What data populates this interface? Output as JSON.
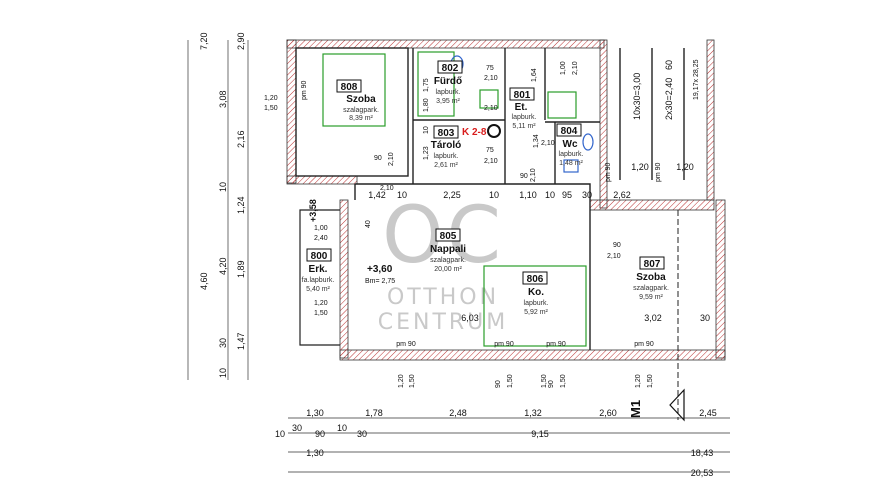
{
  "rooms": {
    "r808": {
      "no": "808",
      "name": "Szoba",
      "floor": "szalagpark.",
      "area": "8,39 m²"
    },
    "r802": {
      "no": "802",
      "name": "Fürdő",
      "floor": "lapburk.",
      "area": "3,95 m²"
    },
    "r801": {
      "no": "801",
      "name": "Et.",
      "floor": "lapburk.",
      "area": "5,11 m²"
    },
    "r803": {
      "no": "803",
      "name": "Tároló",
      "floor": "lapburk.",
      "area": "2,61 m²"
    },
    "r804": {
      "no": "804",
      "name": "Wc",
      "floor": "lapburk.",
      "area": "1,48 m²"
    },
    "r805": {
      "no": "805",
      "name": "Nappali",
      "floor": "szalagpark.",
      "area": "20,00 m²"
    },
    "r800": {
      "no": "800",
      "name": "Erk.",
      "floor": "fa.lapburk.",
      "area": "5,40 m²"
    },
    "r806": {
      "no": "806",
      "name": "Ko.",
      "floor": "lapburk.",
      "area": "5,92 m²"
    },
    "r807": {
      "no": "807",
      "name": "Szoba",
      "floor": "szalagpark.",
      "area": "9,59 m²"
    }
  },
  "marks": {
    "chimney": "K 2-8",
    "level": "+3,60",
    "bm": "Bm= 2,75",
    "level_terrace": "+3,58",
    "section": "M1"
  },
  "stairs": {
    "steps_a": "10x30=3,00",
    "steps_b": "2x30=2,40",
    "note_60": "60",
    "note_side": "19,17x 28,25"
  },
  "watermark": {
    "logo": "OC",
    "line1": "OTTHON",
    "line2": "CENTRUM"
  },
  "dims": {
    "left": [
      "7,20",
      "2,90",
      "3,08",
      "2,16",
      "10",
      "1,24",
      "4,60",
      "4,20",
      "1,89",
      "30",
      "1,47",
      "10"
    ],
    "left_pair": [
      "1,20",
      "1,50"
    ],
    "bottom_row1": [
      "1,30",
      "1,78",
      "2,48",
      "1,32",
      "2,60",
      "2,45"
    ],
    "bottom_row2": [
      "10",
      "30",
      "90",
      "10",
      "30",
      "9,15"
    ],
    "bottom_row3": [
      "1,30",
      "18,43"
    ],
    "bottom_row4": [
      "20,53"
    ],
    "inner": [
      "1,42",
      "10",
      "2,25",
      "10",
      "1,10",
      "10",
      "95",
      "30",
      "2,62",
      "1,20",
      "1,20",
      "6,03",
      "3,02",
      "30"
    ],
    "pm": [
      "pm 90",
      "pm 90",
      "pm 90",
      "pm 90",
      "pm 90",
      "pm 90",
      "pm 90"
    ],
    "misc": [
      "1,75",
      "2,10",
      "1,80",
      "10",
      "1,23",
      "2,10",
      "75",
      "2,10",
      "75",
      "1,64",
      "1,00",
      "2,10",
      "1,34",
      "2,10",
      "90",
      "2,10",
      "90",
      "2,10",
      "1,00",
      "2,40",
      "40",
      "1,20",
      "1,50",
      "90",
      "2,10",
      "1,20",
      "1,50",
      "90",
      "1,50",
      "1,50",
      "90",
      "1,50",
      "1,20",
      "1,50",
      "2,10"
    ]
  }
}
